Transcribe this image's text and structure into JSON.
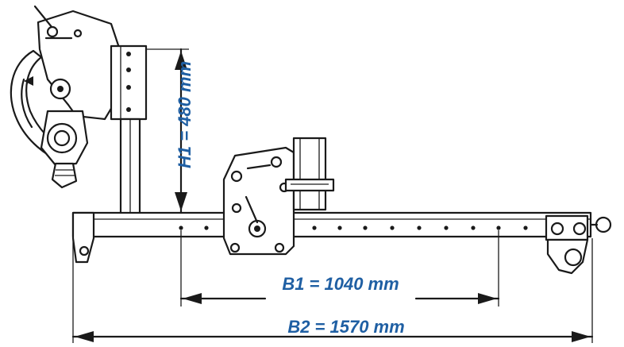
{
  "dimensions": {
    "h1": "H1 = 480 mm",
    "b1": "B1 = 1040 mm",
    "b2": "B2 = 1570 mm"
  },
  "colors": {
    "label": "#1f5fa3",
    "line": "#1a1a1a"
  }
}
